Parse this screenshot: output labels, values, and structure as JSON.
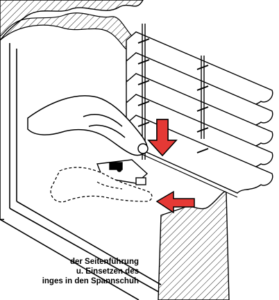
{
  "figure": {
    "caption_lines": [
      "der Seitenführung",
      "u. Einsetzen des",
      "inges in den Spannschuh"
    ]
  }
}
